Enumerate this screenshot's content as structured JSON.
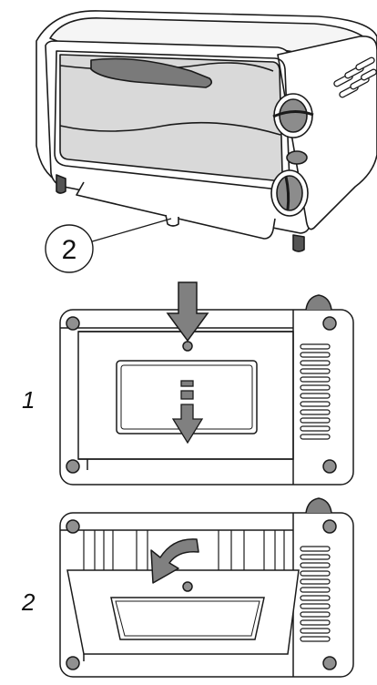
{
  "callout": {
    "number": "2"
  },
  "steps": [
    {
      "label": "1"
    },
    {
      "label": "2"
    }
  ],
  "colors": {
    "outline": "#1a1a1a",
    "body_fill": "#ffffff",
    "glass_fill": "#d9d9d9",
    "handle_fill": "#7a7a7a",
    "knob_fill": "#8c8c8c",
    "arrow_fill": "#808080",
    "screw_fill": "#909090"
  }
}
